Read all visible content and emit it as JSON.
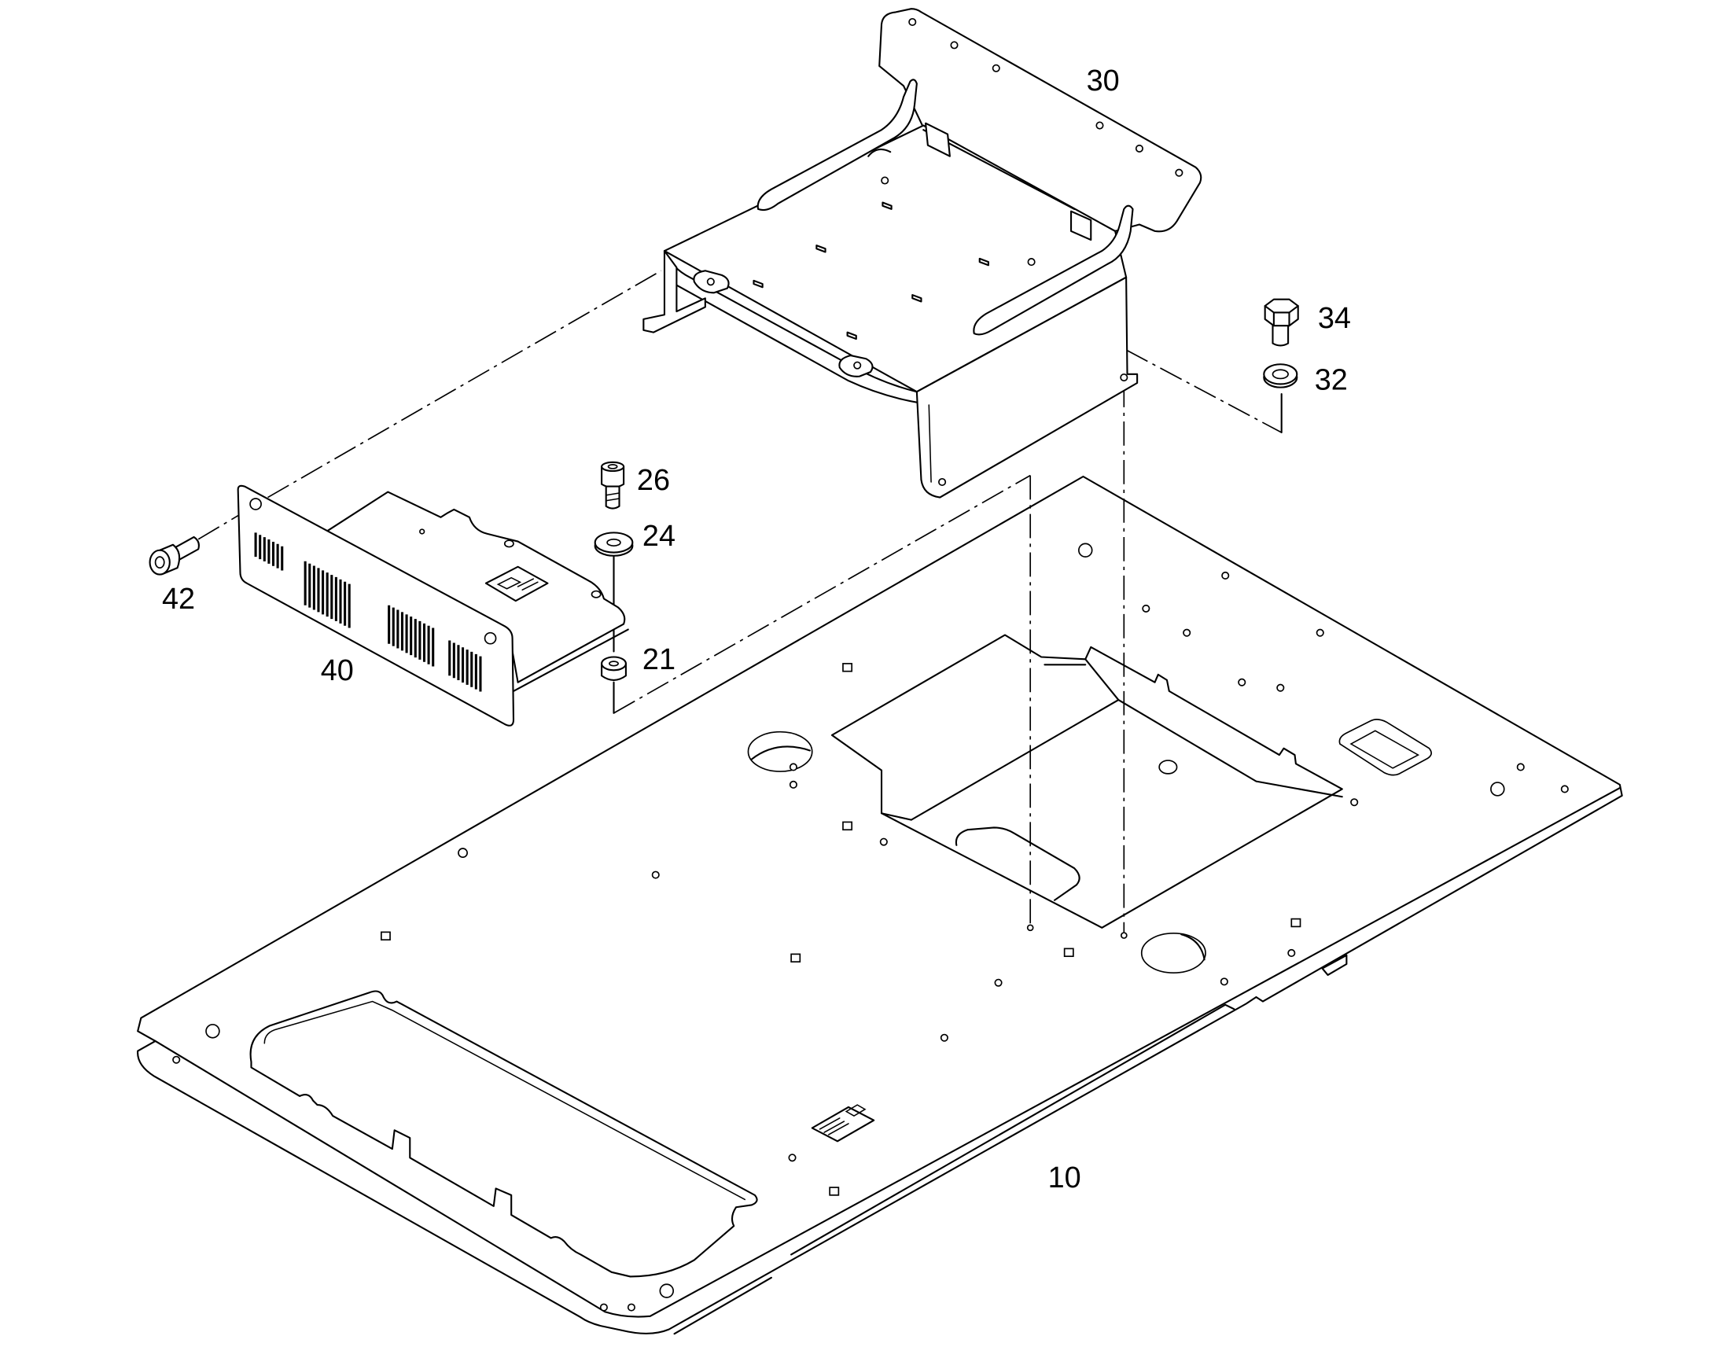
{
  "colors": {
    "background": "#ffffff",
    "line": "#000000"
  },
  "callouts": [
    "30",
    "34",
    "32",
    "26",
    "24",
    "42",
    "21",
    "40",
    "10"
  ]
}
